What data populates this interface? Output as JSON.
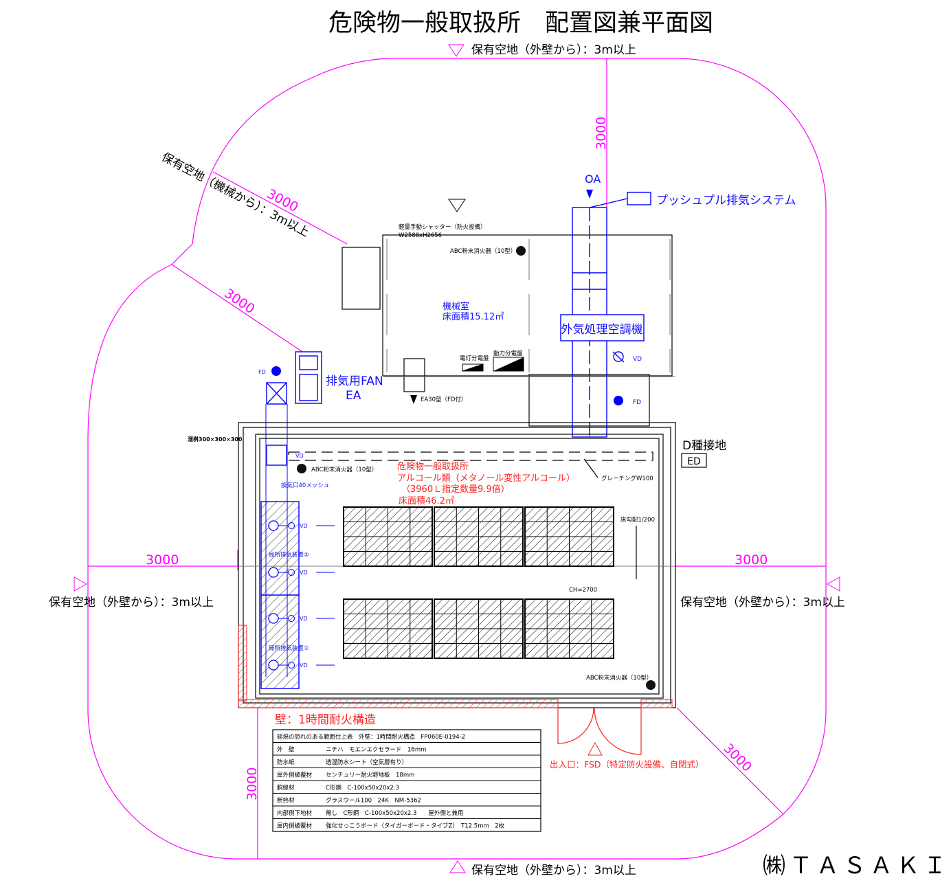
{
  "title": "危険物一般取扱所　配置図兼平面図",
  "clearance": {
    "outer_wall": "保有空地（外壁から）：3m以上",
    "machine": "保有空地（機械から）：3m以上",
    "dimension": "3000"
  },
  "machine_room": {
    "shutter": "軽量手動シャッター（防火設備）",
    "shutter_size": "W2588xH2656",
    "extinguisher": "ABC粉末消火器（10型）",
    "name": "機械室",
    "area": "床面積15.12㎡",
    "light_panel": "電灯分電盤",
    "power_panel": "動力分電盤",
    "ea_fan": "EA30型（FD付）"
  },
  "hvac": {
    "oa": "OA",
    "push_pull": "プッシュプル排気システム",
    "unit": "外気処理空調機",
    "vd": "VD",
    "fd": "FD"
  },
  "exhaust_fan": {
    "line1": "排気用FAN",
    "line2": "EA"
  },
  "main_room": {
    "catch_basin": "溜桝300×300×300",
    "vent": "換気口40メッシュ",
    "extinguisher": "ABC粉末消火器（10型）",
    "lines": [
      "危険物一般取扱所",
      "アルコール類（メタノール変性アルコール）",
      "（3960Ｌ指定数量9.9倍）",
      "床面積46.2㎡"
    ],
    "grating": "グレーチングW100",
    "slope": "床勾配1/200",
    "ceiling": "CH=2700",
    "local_exhaust_2": "局所排気装置②",
    "local_exhaust_1": "局所排気装置①",
    "ground": "D種接地",
    "ground_code": "ED"
  },
  "wall_note": "壁：1時間耐火構造",
  "entrance": "出入口：FSD（特定防火設備、自閉式）",
  "finish_table": {
    "header": "延焼の恐れのある範囲仕上表　外壁：1時間耐火構造　FP060E-0194-2",
    "rows": [
      {
        "item": "外　壁",
        "spec": "ニチハ　モエンエクセラード　16mm"
      },
      {
        "item": "防水紙",
        "spec": "透湿防水シート（空気層有り）"
      },
      {
        "item": "屋外側被覆材",
        "spec": "センチュリー耐火野地板　18mm"
      },
      {
        "item": "胴縁材",
        "spec": "C形鋼　C-100x50x20x2.3"
      },
      {
        "item": "断熱材",
        "spec": "グラスウール100　24K　NM-5362"
      },
      {
        "item": "内部側下地材",
        "spec": "無し　C形鋼　C-100x50x20x2.3　　屋外側と兼用"
      },
      {
        "item": "屋内側被覆材",
        "spec": "強化せっこうボード（タイガーボード・タイプZ）　T12.5mm　2枚"
      }
    ]
  },
  "logo": "㈱ＴＡＳＡＫＩ",
  "colors": {
    "clearance": "#ff00ff",
    "equipment": "#0000ff",
    "fire": "#ff2020"
  }
}
